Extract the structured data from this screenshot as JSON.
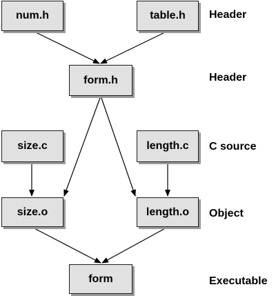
{
  "nodes": {
    "num_h": "num.h",
    "table_h": "table.h",
    "form_h": "form.h",
    "size_c": "size.c",
    "length_c": "length.c",
    "size_o": "size.o",
    "length_o": "length.o",
    "form": "form"
  },
  "tiers": {
    "header_1": "Header",
    "header_2": "Header",
    "c_source": "C source",
    "object": "Object",
    "executable": "Executable"
  },
  "edges": [
    {
      "from": "num.h",
      "to": "form.h"
    },
    {
      "from": "table.h",
      "to": "form.h"
    },
    {
      "from": "form.h",
      "to": "size.o"
    },
    {
      "from": "form.h",
      "to": "length.o"
    },
    {
      "from": "size.c",
      "to": "size.o"
    },
    {
      "from": "length.c",
      "to": "length.o"
    },
    {
      "from": "size.o",
      "to": "form"
    },
    {
      "from": "length.o",
      "to": "form"
    }
  ],
  "colors": {
    "node_fill": "#e1e1e1",
    "node_border": "#1a1a1a",
    "node_shadow": "#9a9a9a",
    "edge": "#000000"
  }
}
